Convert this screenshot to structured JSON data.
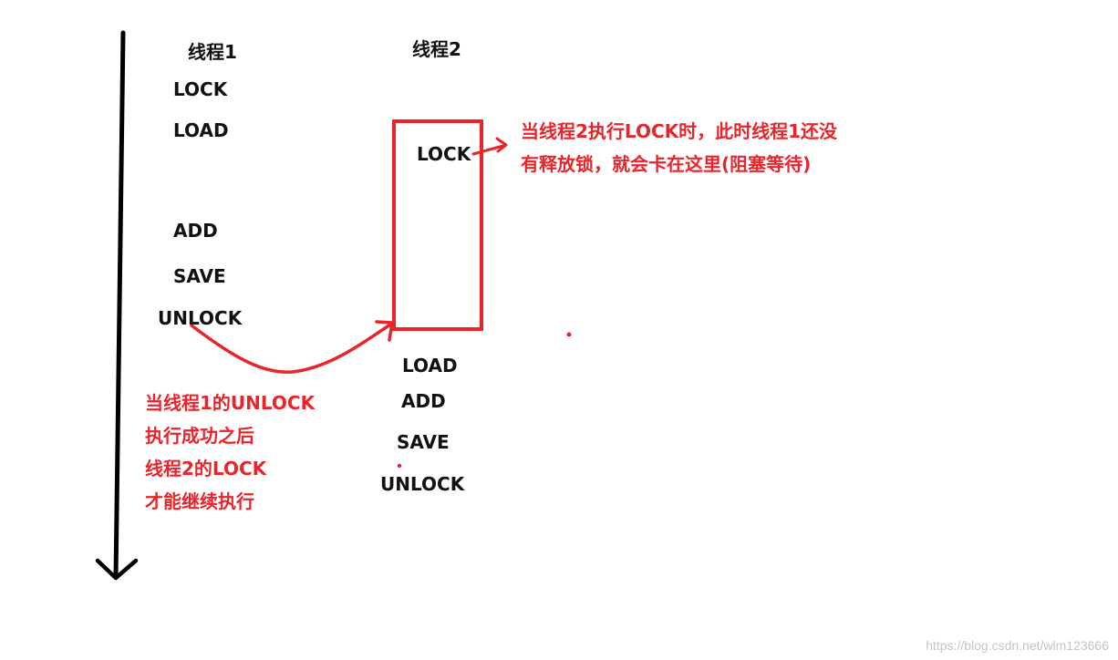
{
  "thread1": {
    "title": "线程1",
    "steps": [
      "LOCK",
      "LOAD",
      "ADD",
      "SAVE",
      "UNLOCK"
    ]
  },
  "thread2": {
    "title": "线程2",
    "lock": "LOCK",
    "steps_after": [
      "LOAD",
      "ADD",
      "SAVE",
      "UNLOCK"
    ]
  },
  "notes": {
    "blocking": [
      "当线程2执行LOCK时，此时线程1还没",
      "有释放锁，就会卡在这里(阻塞等待)"
    ],
    "continue": [
      "当线程1的UNLOCK",
      "执行成功之后",
      "线程2的LOCK",
      "才能继续执行"
    ]
  },
  "watermark": "https://blog.csdn.net/wlm123666",
  "colors": {
    "ink": "#111111",
    "annotation": "#e8252b"
  }
}
